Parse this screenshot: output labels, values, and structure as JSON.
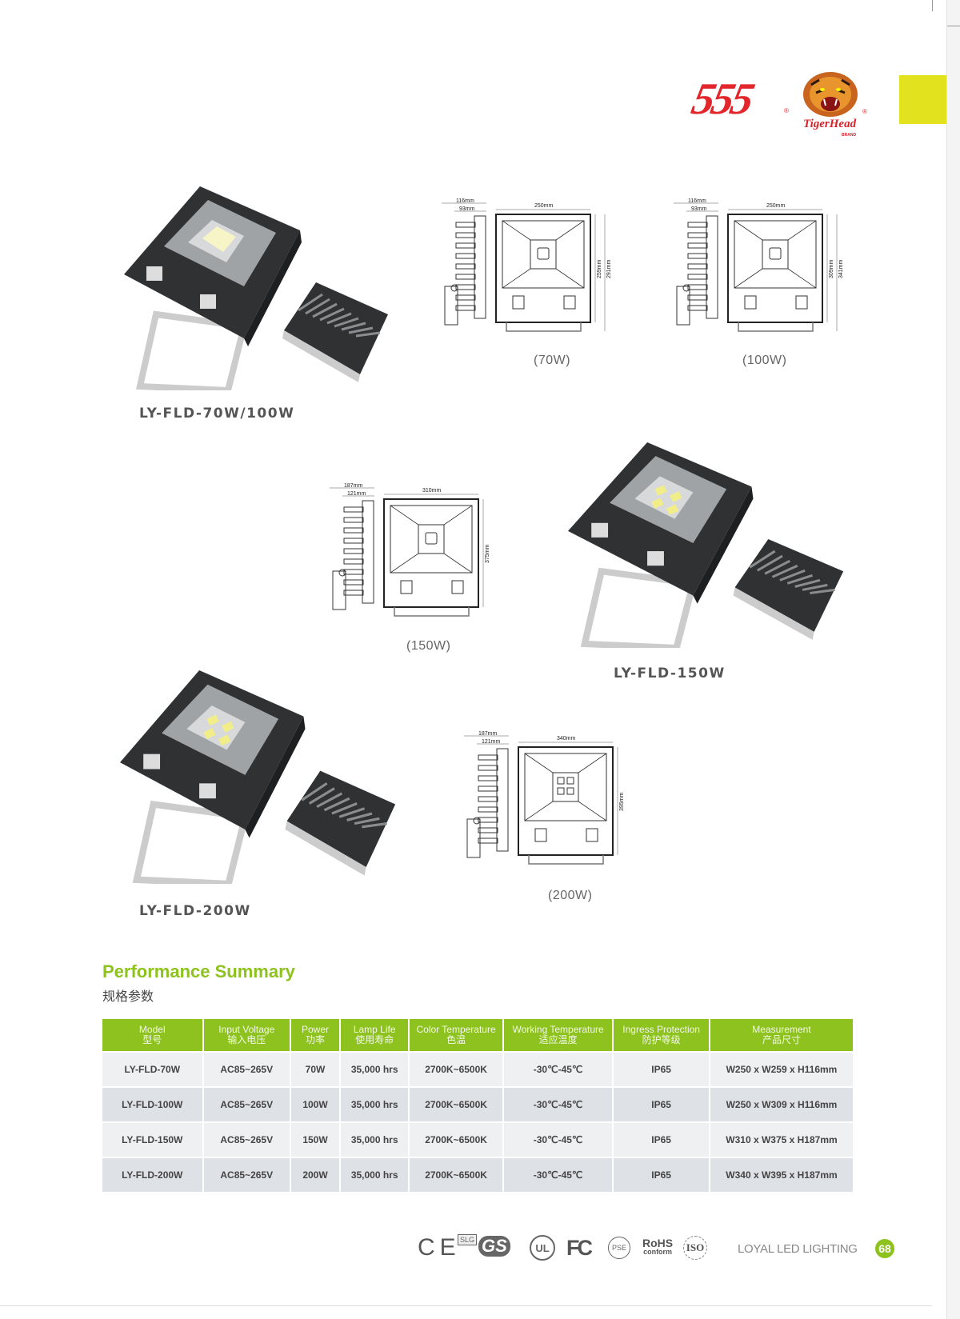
{
  "brand": {
    "logo_text": "555",
    "tiger_brand": "TigerHead",
    "tiger_sub": "BRAND",
    "accent_color": "#8dc21f",
    "tab_color": "#e2e21f"
  },
  "products": [
    {
      "title": "LY-FLD-70W/100W"
    },
    {
      "title": "LY-FLD-150W"
    },
    {
      "title": "LY-FLD-200W"
    }
  ],
  "drawings": [
    {
      "label": "(70W)",
      "depth": "116mm",
      "body": "93mm",
      "width": "250mm",
      "h1": "259mm",
      "h2": "291mm"
    },
    {
      "label": "(100W)",
      "depth": "116mm",
      "body": "93mm",
      "width": "250mm",
      "h1": "309mm",
      "h2": "341mm"
    },
    {
      "label": "(150W)",
      "depth": "187mm",
      "body": "121mm",
      "width": "310mm",
      "h1": "375mm",
      "h2": ""
    },
    {
      "label": "(200W)",
      "depth": "187mm",
      "body": "121mm",
      "width": "340mm",
      "h1": "395mm",
      "h2": ""
    }
  ],
  "summary": {
    "title": "Performance Summary",
    "subtitle": "规格参数",
    "columns": [
      {
        "en": "Model",
        "zh": "型号"
      },
      {
        "en": "Input Voltage",
        "zh": "输入电压"
      },
      {
        "en": "Power",
        "zh": "功率"
      },
      {
        "en": "Lamp Life",
        "zh": "使用寿命"
      },
      {
        "en": "Color Temperature",
        "zh": "色温"
      },
      {
        "en": "Working Temperature",
        "zh": "适应温度"
      },
      {
        "en": "Ingress Protection",
        "zh": "防护等级"
      },
      {
        "en": "Measurement",
        "zh": "产品尺寸"
      }
    ],
    "rows": [
      [
        "LY-FLD-70W",
        "AC85~265V",
        "70W",
        "35,000 hrs",
        "2700K~6500K",
        "-30℃-45℃",
        "IP65",
        "W250 x W259 x H116mm"
      ],
      [
        "LY-FLD-100W",
        "AC85~265V",
        "100W",
        "35,000 hrs",
        "2700K~6500K",
        "-30℃-45℃",
        "IP65",
        "W250 x W309 x H116mm"
      ],
      [
        "LY-FLD-150W",
        "AC85~265V",
        "150W",
        "35,000 hrs",
        "2700K~6500K",
        "-30℃-45℃",
        "IP65",
        "W310 x W375 x H187mm"
      ],
      [
        "LY-FLD-200W",
        "AC85~265V",
        "200W",
        "35,000 hrs",
        "2700K~6500K",
        "-30℃-45℃",
        "IP65",
        "W340 x W395 x H187mm"
      ]
    ]
  },
  "footer": {
    "certs": [
      "CE",
      "SLG",
      "GS",
      "UL",
      "FC",
      "PSE",
      "RoHS",
      "conform",
      "ISO"
    ],
    "company": "LOYAL LED LIGHTING",
    "page_number": "68"
  }
}
